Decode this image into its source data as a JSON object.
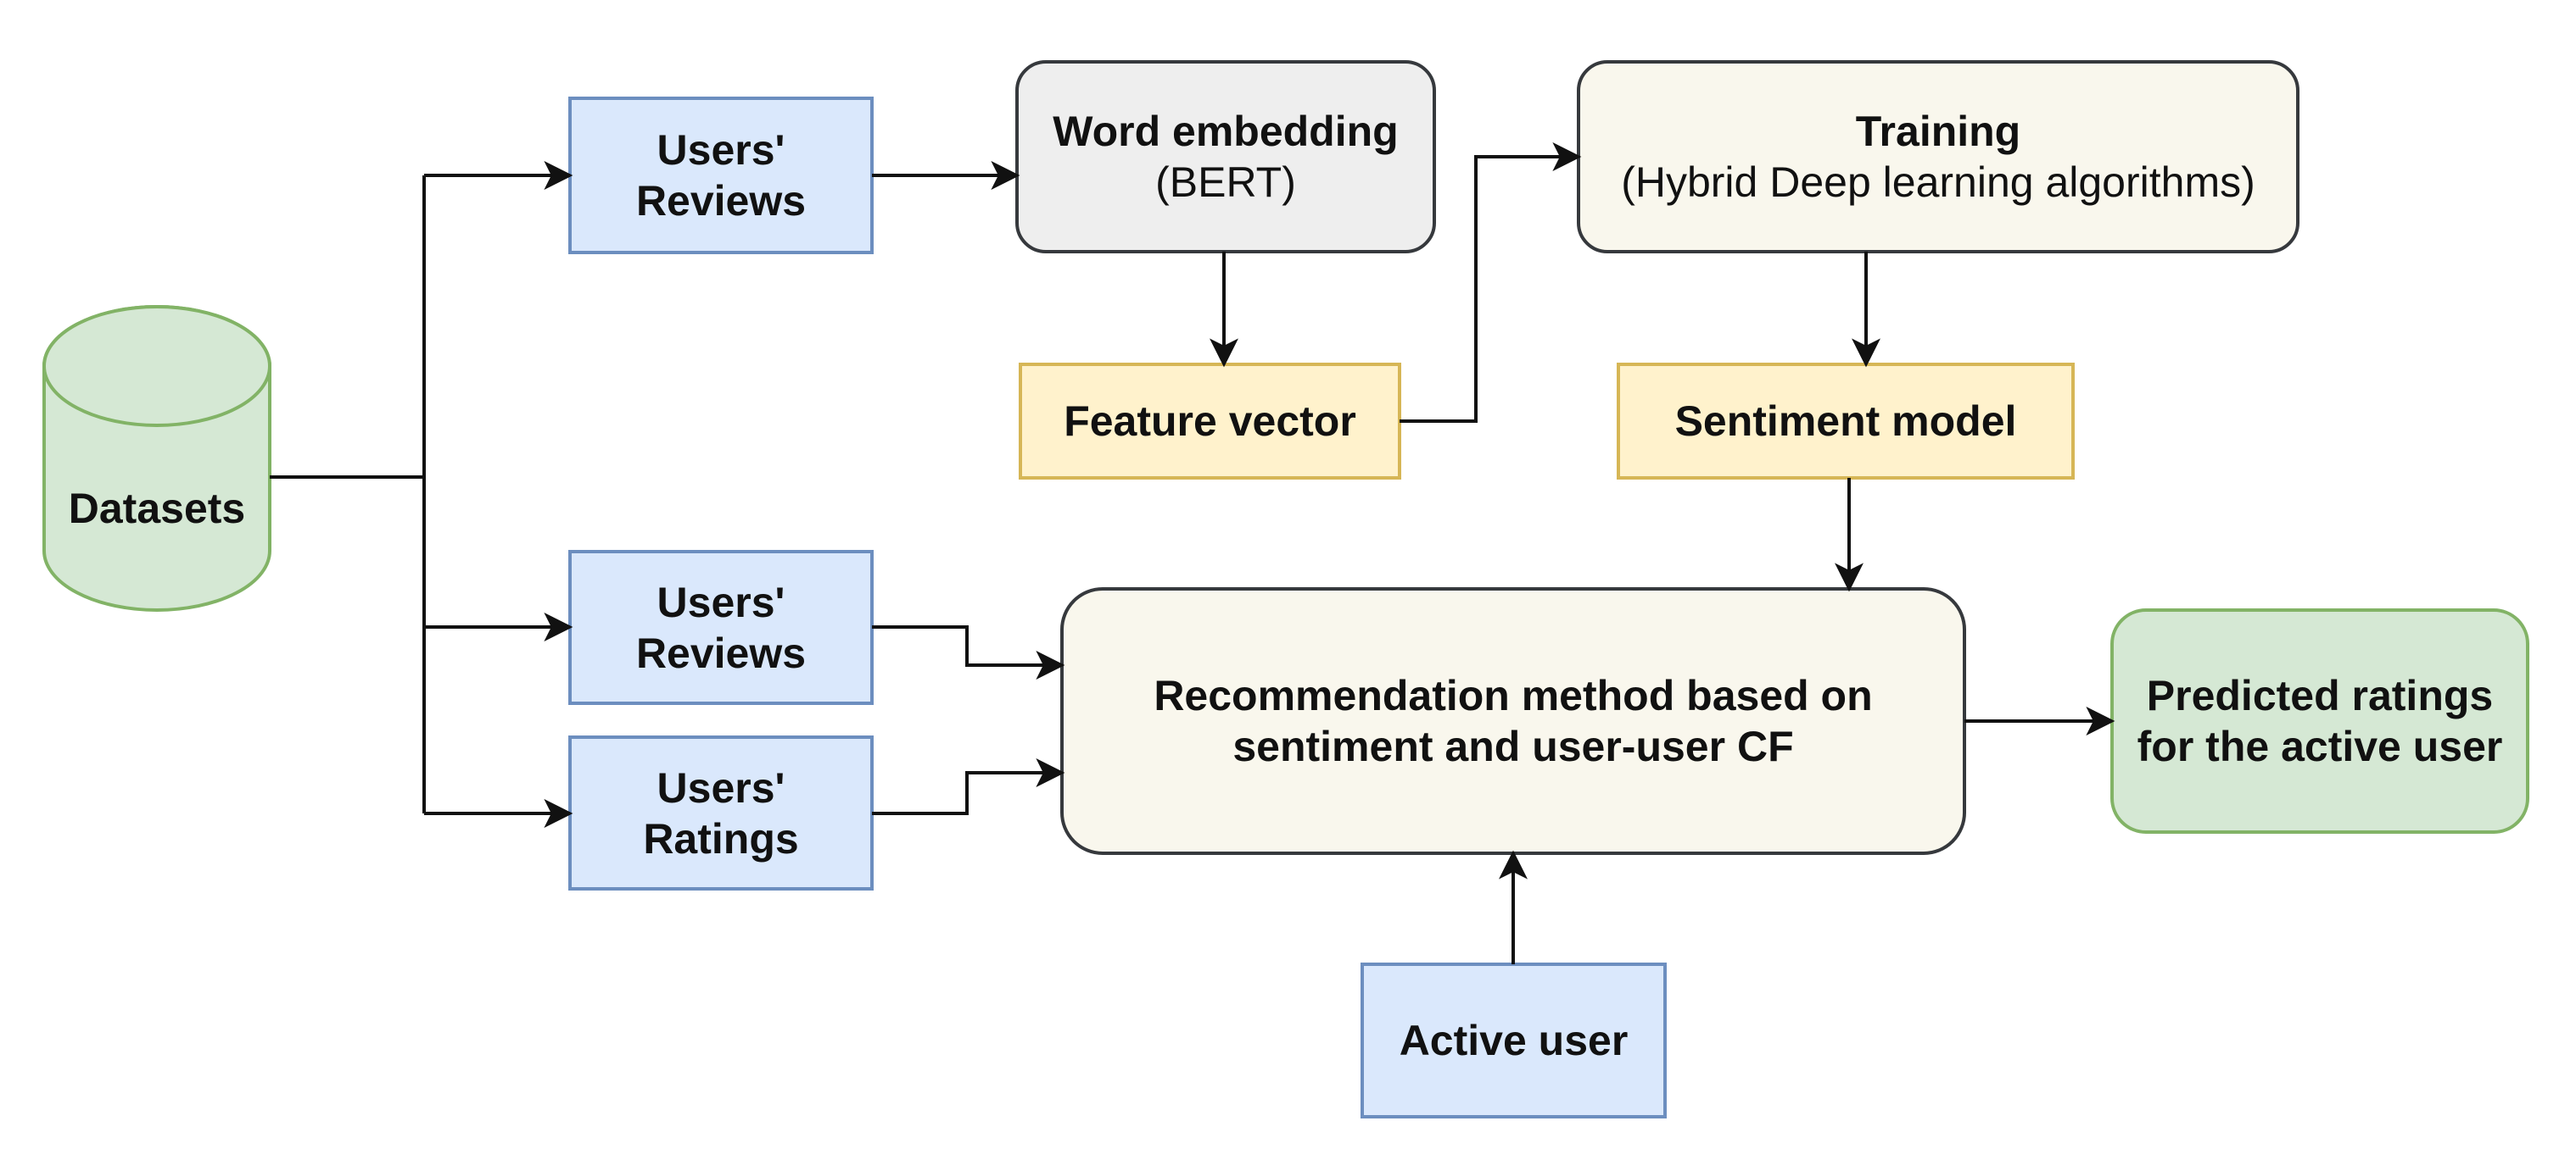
{
  "colors": {
    "blue_fill": "#dae8fc",
    "blue_stroke": "#6c8ebf",
    "green_fill": "#d5e8d4",
    "green_stroke": "#82b366",
    "yellow_fill": "#fff2cc",
    "yellow_stroke": "#d6b656",
    "gray_fill": "#eeeeee",
    "cream_fill": "#f9f7ed",
    "dark_stroke": "#36393d",
    "edge": "#111111"
  },
  "nodes": {
    "datasets": {
      "label": "Datasets"
    },
    "reviews_top": {
      "line1": "Users'",
      "line2": "Reviews"
    },
    "word_embedding": {
      "line1": "Word embedding",
      "line2": "(BERT)"
    },
    "feature_vector": {
      "label": "Feature vector"
    },
    "training": {
      "line1": "Training",
      "line2": "(Hybrid Deep learning algorithms)"
    },
    "sentiment_model": {
      "label": "Sentiment model"
    },
    "reviews_mid": {
      "line1": "Users'",
      "line2": "Reviews"
    },
    "ratings": {
      "line1": "Users'",
      "line2": "Ratings"
    },
    "recommendation": {
      "line1": "Recommendation method based on",
      "line2": "sentiment and user-user CF"
    },
    "predicted": {
      "line1": "Predicted ratings",
      "line2": "for the active user"
    },
    "active_user": {
      "label": "Active user"
    }
  }
}
